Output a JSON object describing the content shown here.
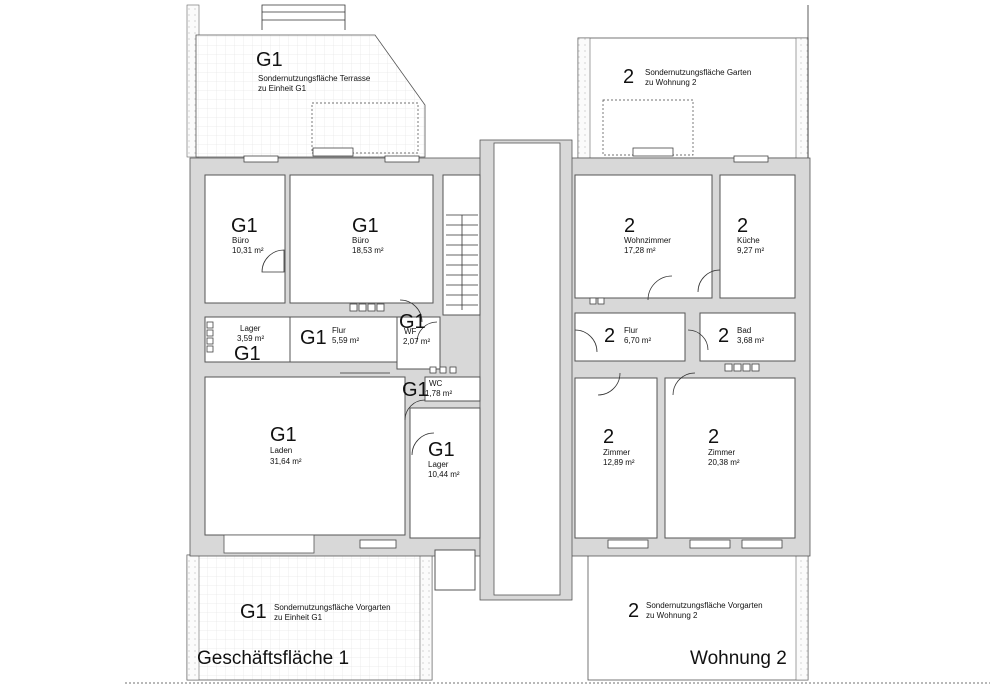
{
  "rooms": {
    "g1_buero_small": {
      "unit": "G1",
      "name": "Büro",
      "area": "10,31 m²"
    },
    "g1_buero_large": {
      "unit": "G1",
      "name": "Büro",
      "area": "18,53 m²"
    },
    "g1_lager_small": {
      "unit": "G1",
      "name": "Lager",
      "area": "3,59 m²"
    },
    "g1_flur": {
      "unit": "G1",
      "name": "Flur",
      "area": "5,59 m²"
    },
    "g1_wf": {
      "unit": "G1",
      "name": "WF",
      "area": "2,07 m²"
    },
    "g1_wc": {
      "unit": "G1",
      "name": "WC",
      "area": "1,78 m²"
    },
    "g1_laden": {
      "unit": "G1",
      "name": "Laden",
      "area": "31,64 m²"
    },
    "g1_lager_large": {
      "unit": "G1",
      "name": "Lager",
      "area": "10,44 m²"
    },
    "w2_wohnzimmer": {
      "unit": "2",
      "name": "Wohnzimmer",
      "area": "17,28 m²"
    },
    "w2_kueche": {
      "unit": "2",
      "name": "Küche",
      "area": "9,27 m²"
    },
    "w2_flur": {
      "unit": "2",
      "name": "Flur",
      "area": "6,70 m²"
    },
    "w2_bad": {
      "unit": "2",
      "name": "Bad",
      "area": "3,68 m²"
    },
    "w2_zimmer_small": {
      "unit": "2",
      "name": "Zimmer",
      "area": "12,89 m²"
    },
    "w2_zimmer_large": {
      "unit": "2",
      "name": "Zimmer",
      "area": "20,38 m²"
    }
  },
  "outdoor": {
    "g1_terrace": {
      "unit": "G1",
      "line1": "Sondernutzungsfläche Terrasse",
      "line2": "zu Einheit G1"
    },
    "w2_garden": {
      "unit": "2",
      "line1": "Sondernutzungsfläche Garten",
      "line2": "zu Wohnung 2"
    },
    "g1_front": {
      "unit": "G1",
      "line1": "Sondernutzungsfläche Vorgarten",
      "line2": "zu Einheit G1"
    },
    "w2_front": {
      "unit": "2",
      "line1": "Sondernutzungsfläche Vorgarten",
      "line2": "zu Wohnung 2"
    }
  },
  "titles": {
    "left": "Geschäftsfläche 1",
    "right": "Wohnung 2"
  }
}
